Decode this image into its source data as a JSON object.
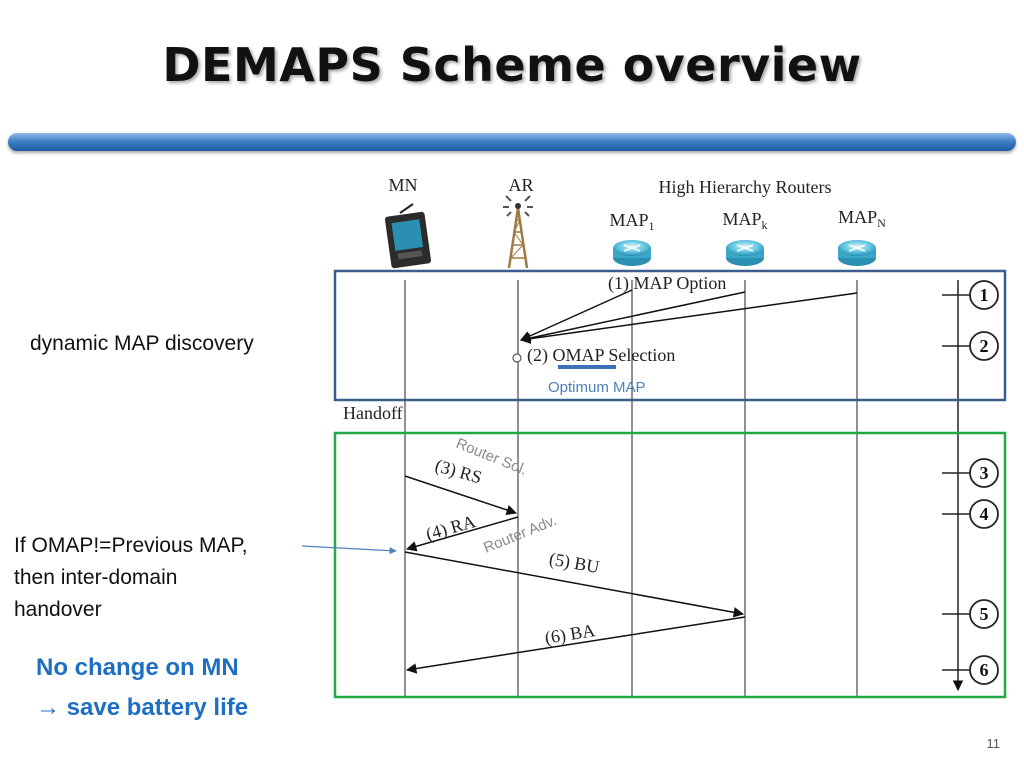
{
  "slide": {
    "title": "DEMAPS Scheme overview",
    "page_number": "11"
  },
  "diagram": {
    "entities": {
      "mn": "MN",
      "ar": "AR",
      "group_label": "High Hierarchy Routers",
      "map1": {
        "base": "MAP",
        "sub": "1"
      },
      "mapk": {
        "base": "MAP",
        "sub": "k"
      },
      "mapn": {
        "base": "MAP",
        "sub": "N"
      }
    },
    "messages": {
      "m1": "(1) MAP Option",
      "m2": "(2) OMAP Selection",
      "m3": "(3) RS",
      "m4": "(4) RA",
      "m5": "(5) BU",
      "m6": "(6) BA"
    },
    "handoff_label": "Handoff",
    "steps": [
      "1",
      "2",
      "3",
      "4",
      "5",
      "6"
    ],
    "overlays": {
      "optimum_map": "Optimum MAP",
      "router_sol": "Router Sol.",
      "router_adv": "Router Adv."
    }
  },
  "annotations": {
    "dynamic_discovery": "dynamic MAP discovery",
    "inter_domain": [
      "If OMAP!=Previous MAP,",
      "then inter-domain",
      "handover"
    ],
    "no_change": [
      "No change on MN",
      "→ save battery life"
    ]
  },
  "colors": {
    "title_bar": "#2f6fba",
    "blue_box": "#3a5f8f",
    "green_box": "#22a845",
    "note_blue": "#1f6fc0",
    "callout_line": "#4f81bd",
    "overlay_gray": "#8a8a8a"
  }
}
